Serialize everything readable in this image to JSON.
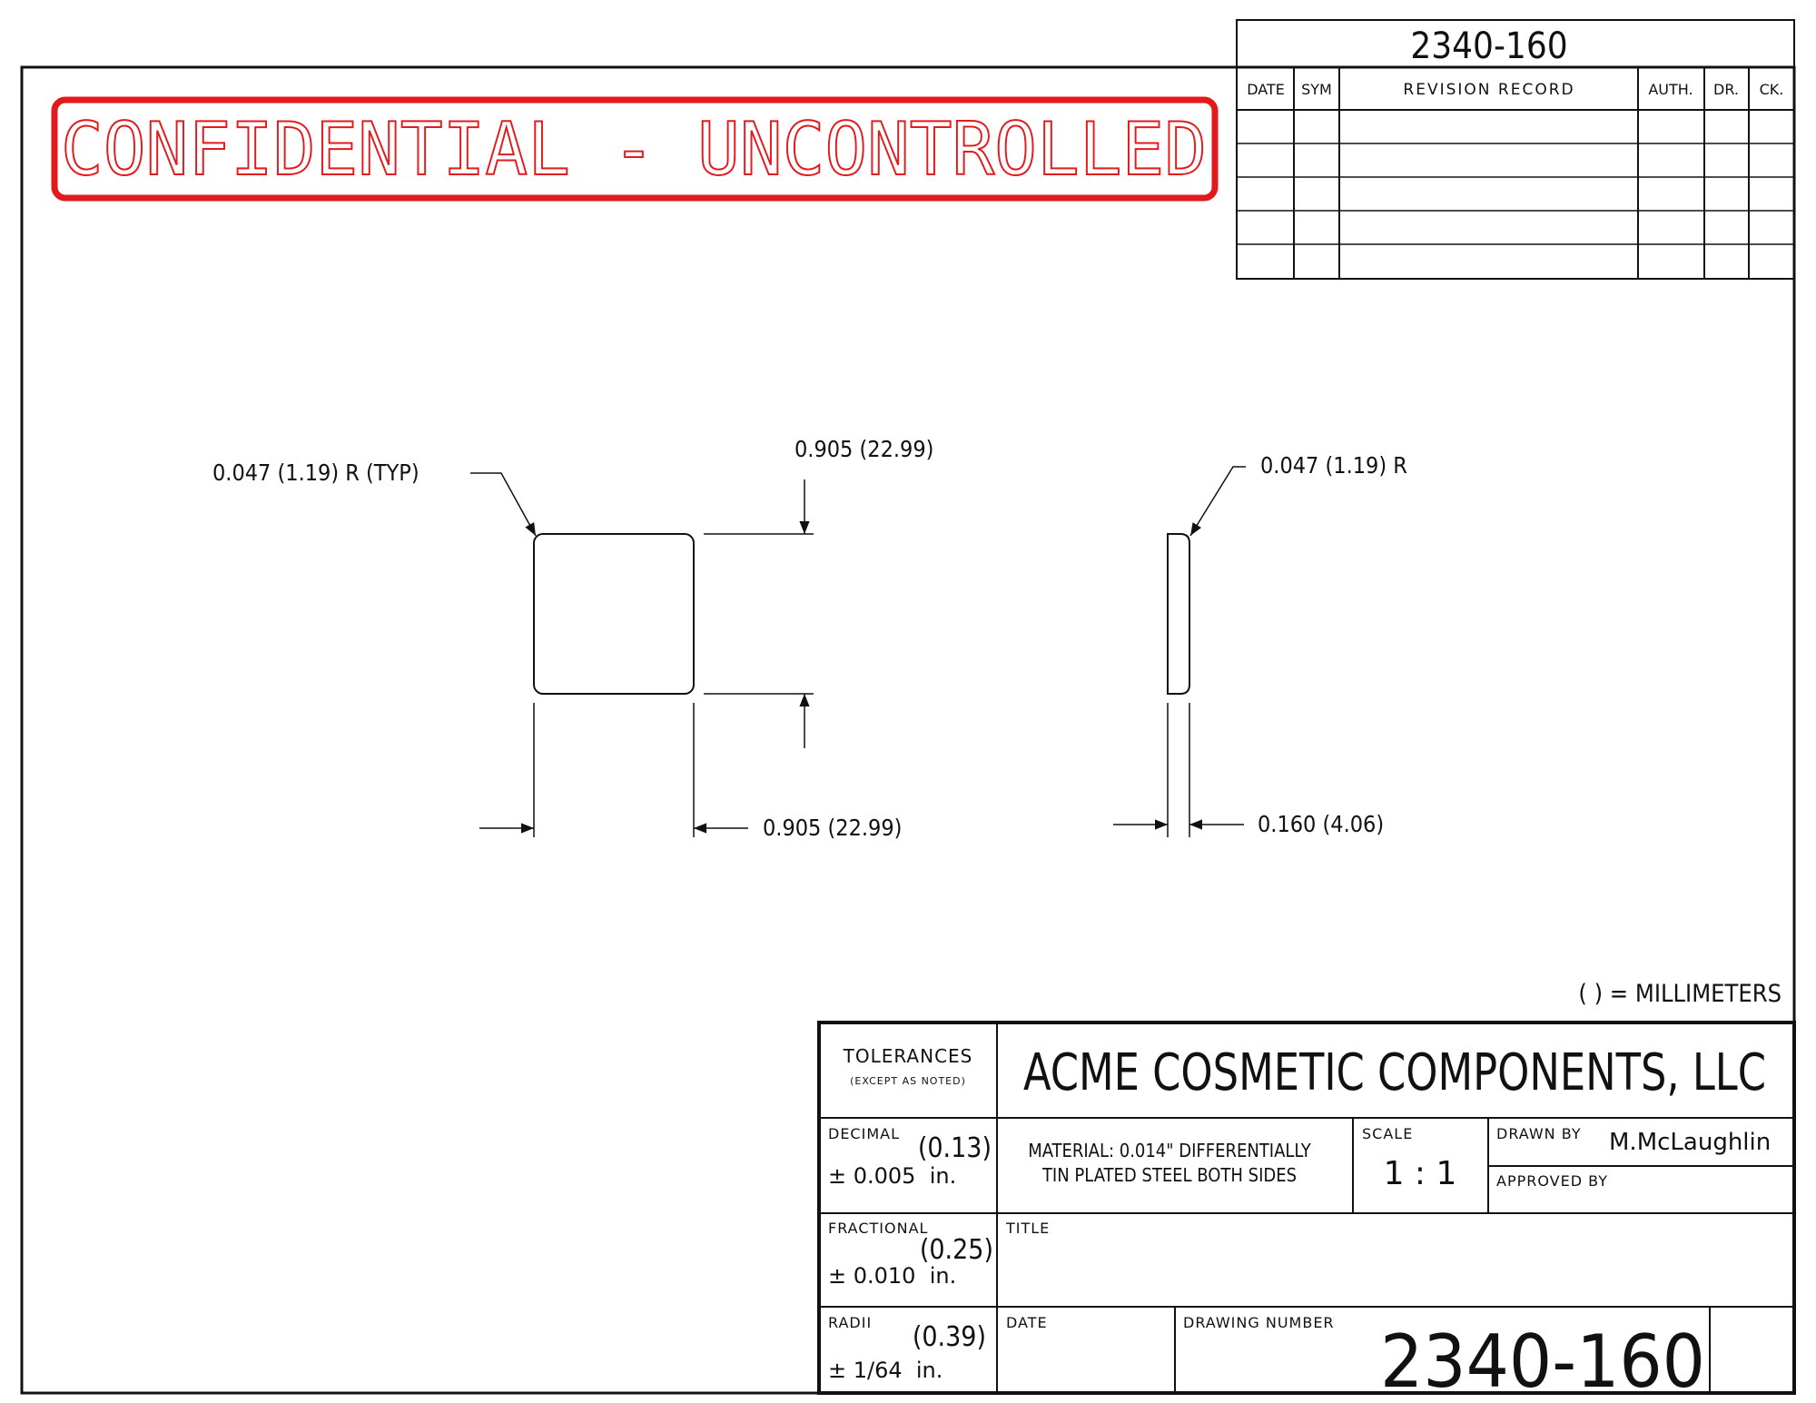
{
  "drawing_number_top": "2340-160",
  "stamp": "CONFIDENTIAL - UNCONTROLLED",
  "colors": {
    "stamp": "#e3191c",
    "ink": "#111111"
  },
  "revision_block": {
    "headers": [
      "DATE",
      "SYM",
      "REVISION RECORD",
      "AUTH.",
      "DR.",
      "CK."
    ]
  },
  "dimensions": {
    "front_radius": "0.047 (1.19) R (TYP)",
    "front_height": "0.905 (22.99)",
    "front_width": "0.905 (22.99)",
    "side_radius": "0.047 (1.19) R",
    "side_thickness": "0.160 (4.06)"
  },
  "units_note": "( ) = MILLIMETERS",
  "title_block": {
    "tolerances_label": "TOLERANCES",
    "tolerances_sub": "(EXCEPT AS NOTED)",
    "company": "ACME COSMETIC COMPONENTS, LLC",
    "decimal_label": "DECIMAL",
    "decimal_mm": "(0.13)",
    "decimal_in": "± 0.005  in.",
    "fractional_label": "FRACTIONAL",
    "fractional_mm": "(0.25)",
    "fractional_in": "± 0.010  in.",
    "radii_label": "RADII",
    "radii_mm": "(0.39)",
    "radii_in": "± 1/64  in.",
    "material_line1": "MATERIAL: 0.014\" DIFFERENTIALLY",
    "material_line2": "TIN PLATED STEEL BOTH SIDES",
    "scale_label": "SCALE",
    "scale_value": "1 : 1",
    "drawn_by_label": "DRAWN BY",
    "drawn_by_value": "M.McLaughlin",
    "approved_by_label": "APPROVED BY",
    "title_label": "TITLE",
    "date_label": "DATE",
    "drawing_number_label": "DRAWING NUMBER",
    "drawing_number": "2340-160"
  }
}
